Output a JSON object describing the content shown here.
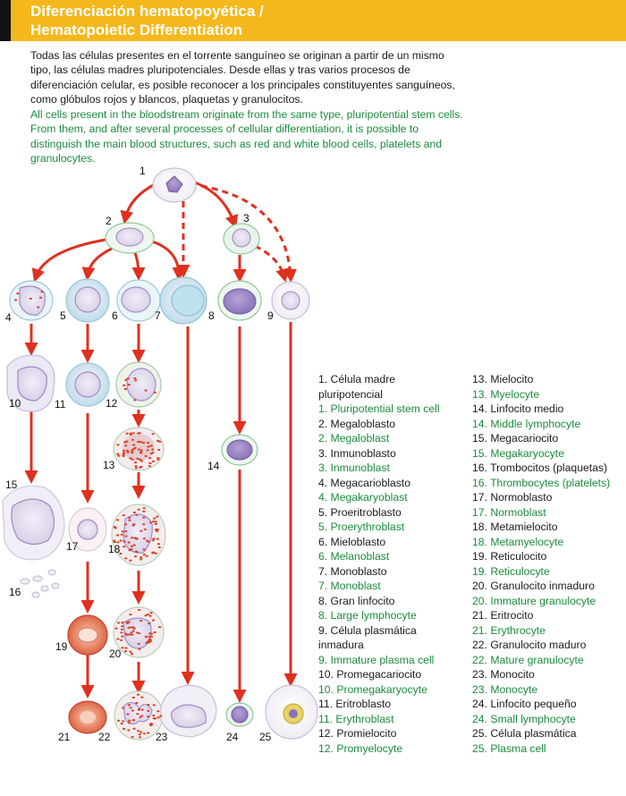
{
  "header": {
    "title_es": "Diferenciación hematopoyética /",
    "title_en": "Hematopoietic Differentiation"
  },
  "intro": {
    "es_line1": "Todas las células presentes en el torrente sanguíneo se originan a partir de un mismo",
    "es_line2": "tipo, las células madres pluripotenciales. Desde ellas y tras varios procesos de",
    "es_line3": "diferenciación celular, es posible reconocer a los principales constituyentes sanguíneos,",
    "es_line4": "como glóbulos rojos y blancos, plaquetas y granulocitos.",
    "en_line1": "All cells present in the bloodstream originate from the same type, pluripotential stem cells.",
    "en_line2": "From them, and after several processes of cellular differentiation, it is possible to",
    "en_line3": "distinguish the main blood structures, such as red and white blood cells, platelets and",
    "en_line4": "granulocytes."
  },
  "diagram": {
    "numbers": [
      "1",
      "2",
      "3",
      "4",
      "5",
      "6",
      "7",
      "8",
      "9",
      "10",
      "11",
      "12",
      "13",
      "14",
      "15",
      "16",
      "17",
      "18",
      "19",
      "20",
      "21",
      "22",
      "23",
      "24",
      "25"
    ],
    "colors": {
      "arrow": "#e0301e",
      "green_text": "#1a8c3c",
      "header": "#f4b81d"
    }
  },
  "legend": {
    "col1": [
      {
        "es": "1. Célula madre",
        "es2": "pluripotencial",
        "en": "1. Pluripotential stem cell"
      },
      {
        "es": "2. Megaloblasto",
        "en": "2. Megaloblast"
      },
      {
        "es": "3. Inmunoblasto",
        "en": "3. Inmunoblast"
      },
      {
        "es": "4. Megacarioblasto",
        "en": "4. Megakaryoblast"
      },
      {
        "es": "5. Proeritroblasto",
        "en": "5. Proerythroblast"
      },
      {
        "es": "6. Mieloblasto",
        "en": "6. Melanoblast"
      },
      {
        "es": "7. Monoblasto",
        "en": "7. Monoblast"
      },
      {
        "es": "8. Gran linfocito",
        "en": "8. Large lymphocyte"
      },
      {
        "es": "9. Célula plasmática",
        "es2": "inmadura",
        "en": "9. Immature plasma cell"
      },
      {
        "es": "10. Promegacariocito",
        "en": "10. Promegakaryocyte"
      },
      {
        "es": "11. Eritroblasto",
        "en": "11. Erythroblast"
      },
      {
        "es": "12. Promielocito",
        "en": "12. Promyelocyte"
      }
    ],
    "col2": [
      {
        "es": "13. Mielocito",
        "en": "13. Myelocyte"
      },
      {
        "es": "14. Linfocito medio",
        "en": "14. Middle lymphocyte"
      },
      {
        "es": "15. Megacariocito",
        "en": "15. Megakaryocyte"
      },
      {
        "es": "16. Trombocitos (plaquetas)",
        "en": "16. Thrombocytes (platelets)"
      },
      {
        "es": "17. Normoblasto",
        "en": "17. Normoblast"
      },
      {
        "es": "18. Metamielocito",
        "en": "18. Metamyelocyte"
      },
      {
        "es": "19. Reticulocito",
        "en": "19. Reticulocyte"
      },
      {
        "es": "20. Granulocito inmaduro",
        "en": "20. Immature granulocyte"
      },
      {
        "es": "21. Eritrocito",
        "en": "21. Erythrocyte"
      },
      {
        "es": "22. Granulocito maduro",
        "en": "22. Mature granulocyte"
      },
      {
        "es": "23. Monocito",
        "en": "23. Monocyte"
      },
      {
        "es": "24. Linfocito pequeño",
        "en": "24. Small lymphocyte"
      },
      {
        "es": "25. Célula plasmática",
        "en": "25. Plasma cell"
      }
    ]
  }
}
